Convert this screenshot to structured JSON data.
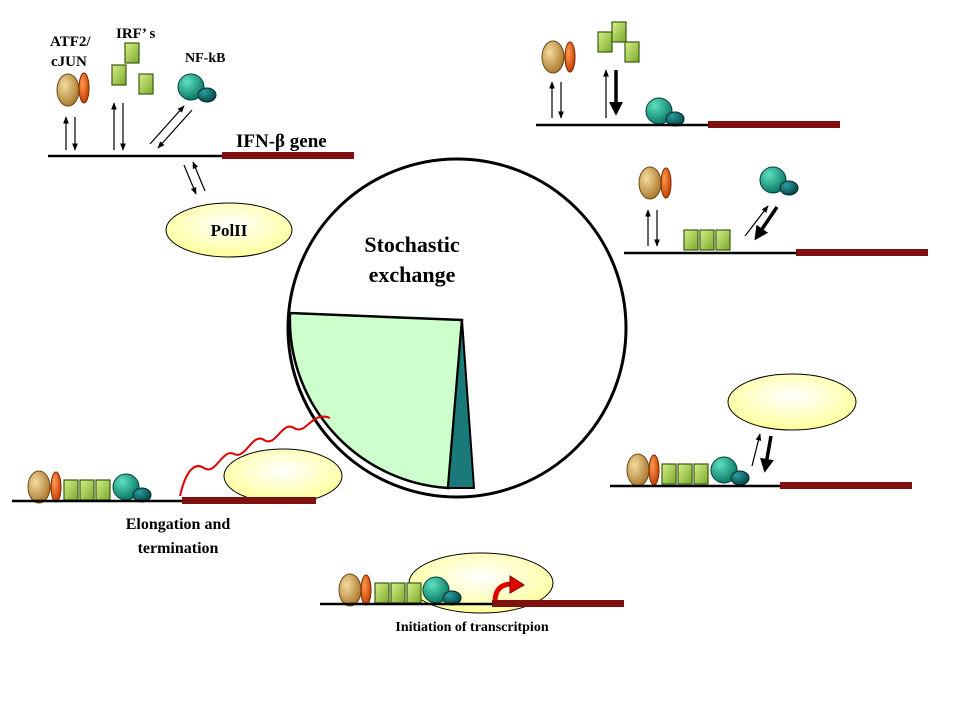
{
  "labels": {
    "atf2": "ATF2/",
    "cjun": "cJUN",
    "irfs": "IRF’ s",
    "nfkb": "NF-kB",
    "ifnb_gene": "IFN-β gene",
    "polii": "PolII",
    "stochastic_1": "Stochastic",
    "stochastic_2": "exchange",
    "elongation_1": "Elongation and",
    "elongation_2": "termination",
    "initiation": "Initiation of transcritpion"
  },
  "colors": {
    "gene_bar": "#7f1111",
    "dna_line": "#000000",
    "atf2_tan": "#c89a4a",
    "cjun_orange": "#e05a10",
    "irf_green": "#9ac83a",
    "nfkb_teal": "#1a9a80",
    "nfkb_dark": "#0a6a6a",
    "polii_yellow": "#ffffc0",
    "pie_slice_green": "#ccffcc",
    "pie_slice_teal": "#1a7a7a",
    "transcript_red": "#e00000"
  }
}
